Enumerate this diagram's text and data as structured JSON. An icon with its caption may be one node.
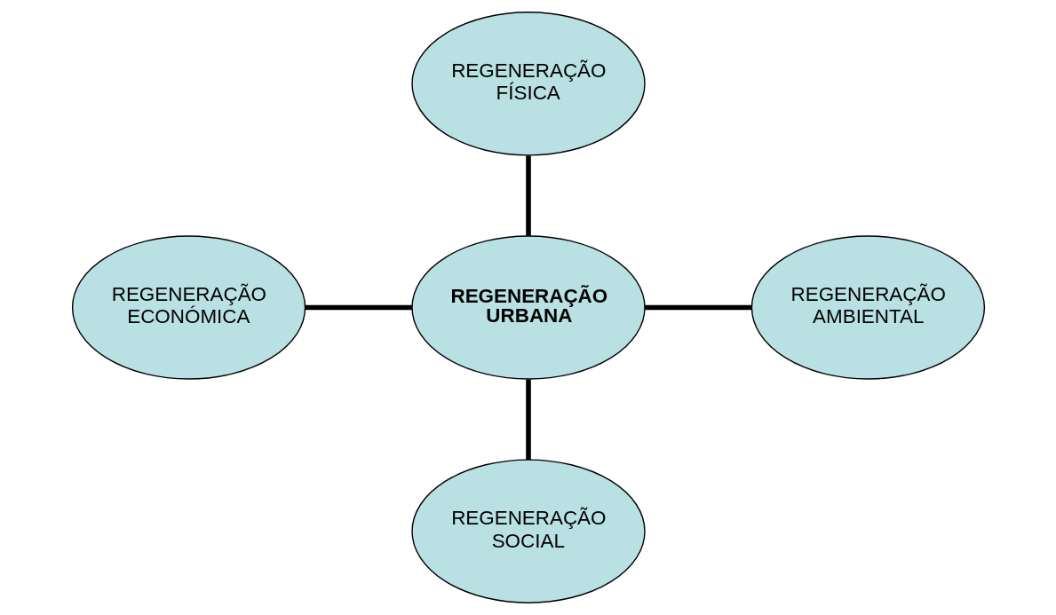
{
  "diagram": {
    "nodes": [
      {
        "text": [
          "REGENERAÇÃO FÍSICA"
        ]
      },
      {
        "text": [
          "REGENERAÇÃO ECONÓMICA"
        ]
      },
      {
        "text": [
          "REGENERAÇÃO URBANA"
        ]
      },
      {
        "text": [
          "REGENERAÇÃO AMBIENTAL"
        ]
      },
      {
        "text": [
          "REGENERAÇÃO SOCIAL"
        ]
      }
    ],
    "edges": [
      {
        "from": 0,
        "to": 2,
        "arrow": "none"
      },
      {
        "from": 1,
        "to": 2,
        "arrow": "none"
      },
      {
        "from": 2,
        "to": 3,
        "arrow": "none"
      },
      {
        "from": 2,
        "to": 4,
        "arrow": "none"
      }
    ]
  }
}
